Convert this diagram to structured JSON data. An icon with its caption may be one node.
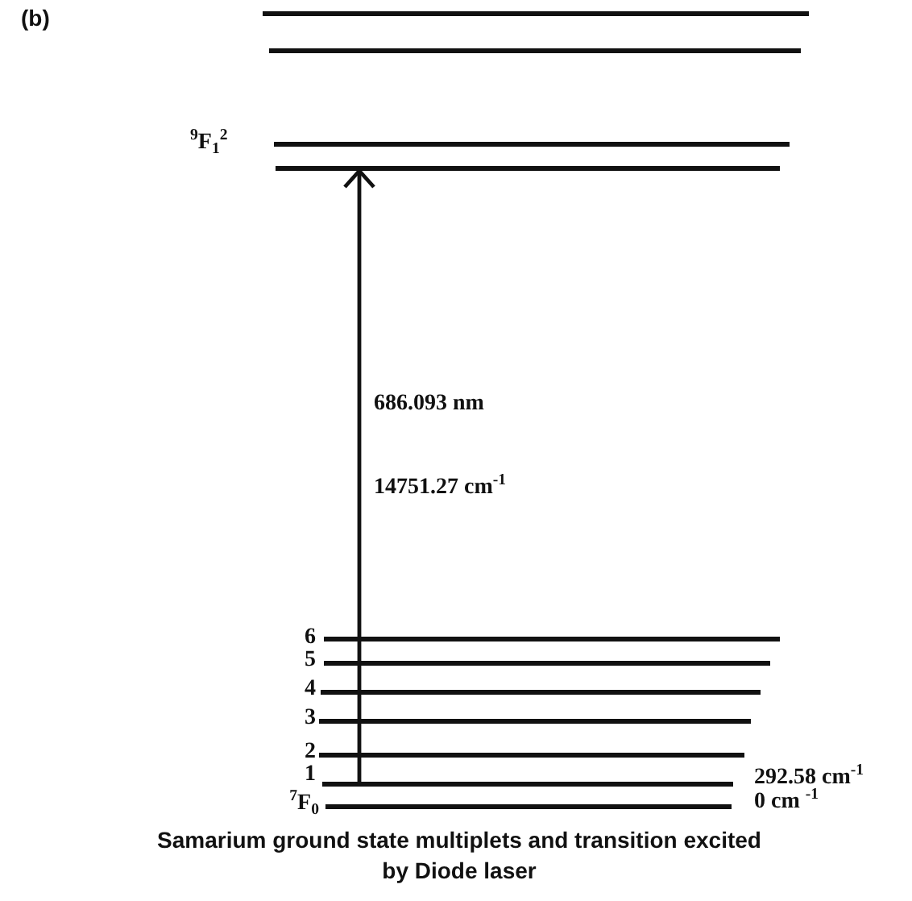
{
  "diagram": {
    "caption": "Samarium ground state multiplets and transition excited by Diode laser",
    "nodes": [
      {
        "text": [],
        "shape": "bar"
      },
      {
        "text": [],
        "shape": "bar"
      },
      {
        "text": [],
        "shape": "bar"
      },
      {
        "text": [],
        "shape": "bar"
      },
      {
        "text": [],
        "shape": "bar",
        "beside": [
          "6"
        ]
      },
      {
        "text": [],
        "shape": "bar",
        "beside": [
          "5"
        ]
      },
      {
        "text": [],
        "shape": "bar",
        "beside": [
          "4"
        ]
      },
      {
        "text": [],
        "shape": "bar",
        "beside": [
          "3"
        ]
      },
      {
        "text": [],
        "shape": "bar",
        "beside": [
          "2"
        ]
      },
      {
        "text": [],
        "shape": "bar",
        "beside": [
          "1",
          "292.58 cm$^{-1}$"
        ]
      },
      {
        "text": [],
        "shape": "bar",
        "beside": [
          "$^{7}$F$_{0}$",
          "0 cm $^{-1}$"
        ]
      }
    ],
    "edges": [
      {
        "from": 9,
        "to": 3,
        "arrow": "to"
      }
    ],
    "labels": [
      "(b)",
      "$^{9}$F$_{1}$$^{2}$",
      "686.093 nm",
      "14751.27 cm$^{-1}$"
    ]
  }
}
